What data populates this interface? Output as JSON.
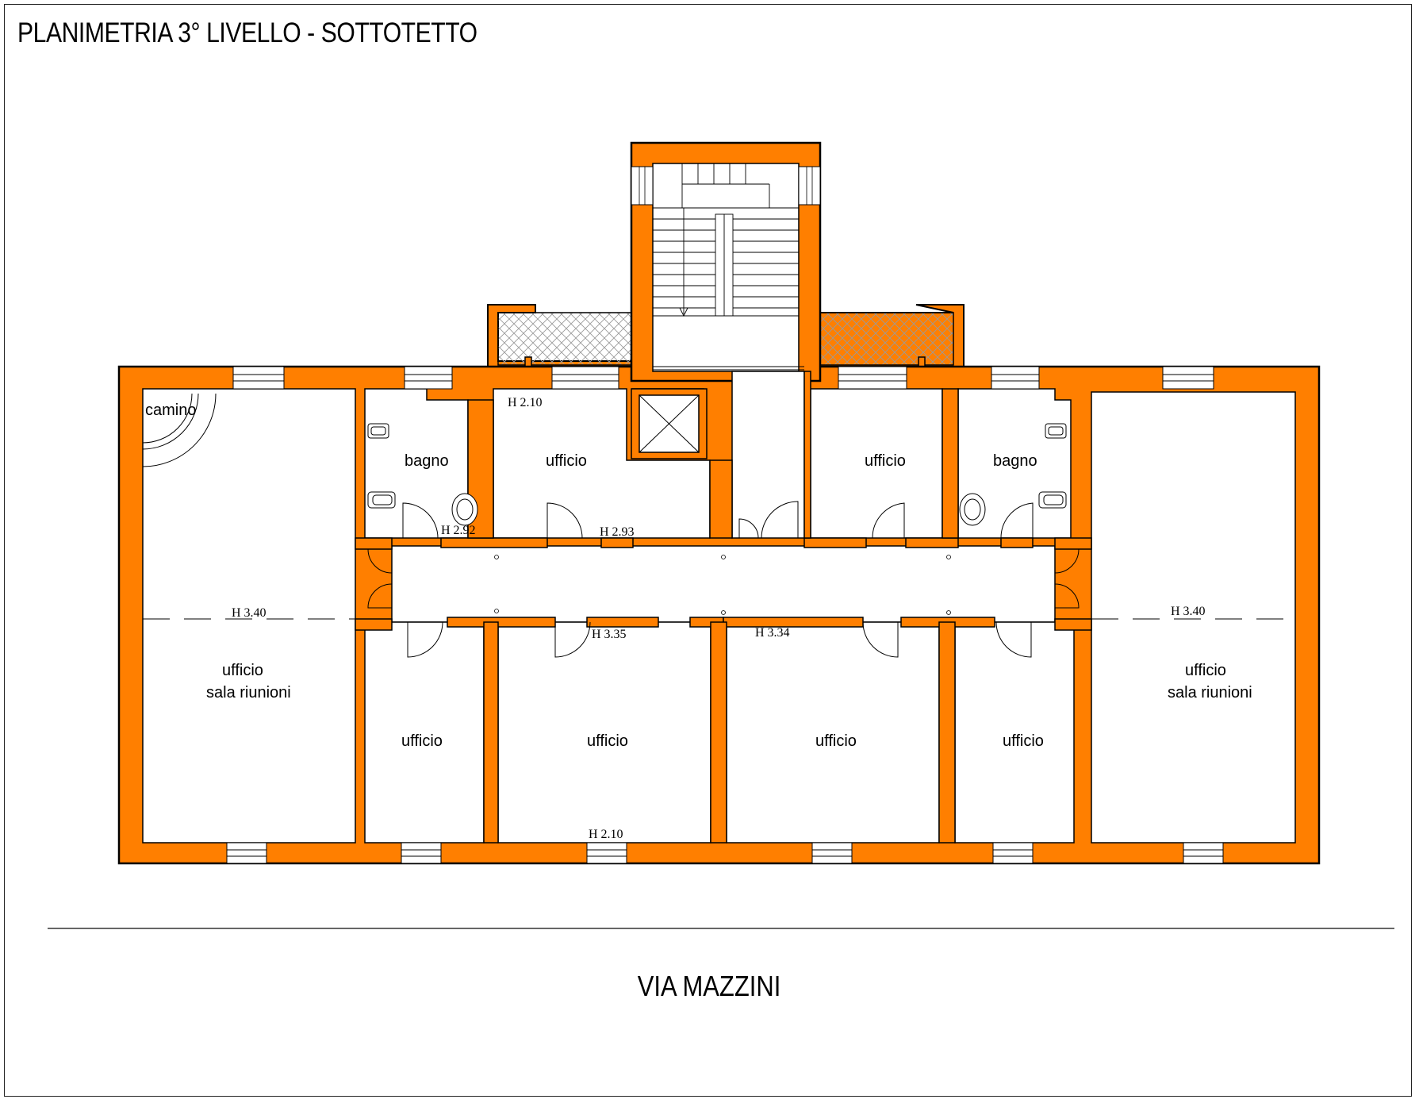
{
  "title": "PLANIMETRIA 3° LIVELLO - SOTTOTETTO",
  "street": "VIA MAZZINI",
  "colors": {
    "wall": "#FF7F00",
    "outline": "#000000",
    "hatch": "#9a9a9a"
  },
  "rooms": {
    "camino": "camino",
    "bagno_left": "bagno",
    "ufficio_top_mid": "ufficio",
    "ufficio_top_right": "ufficio",
    "bagno_right": "bagno",
    "ufficio_big_left_1": "ufficio",
    "ufficio_big_left_2": "sala riunioni",
    "ufficio_big_right_1": "ufficio",
    "ufficio_big_right_2": "sala riunioni",
    "ufficio_b1": "ufficio",
    "ufficio_b2": "ufficio",
    "ufficio_b3": "ufficio",
    "ufficio_b4": "ufficio"
  },
  "heights": {
    "h210_top": "H  2.10",
    "h292": "H  2.92",
    "h293": "H  2.93",
    "h340_left": "H  3.40",
    "h340_right": "H  3.40",
    "h335": "H  3.35",
    "h334": "H  3.34",
    "h210_bottom": "H  2.10"
  }
}
